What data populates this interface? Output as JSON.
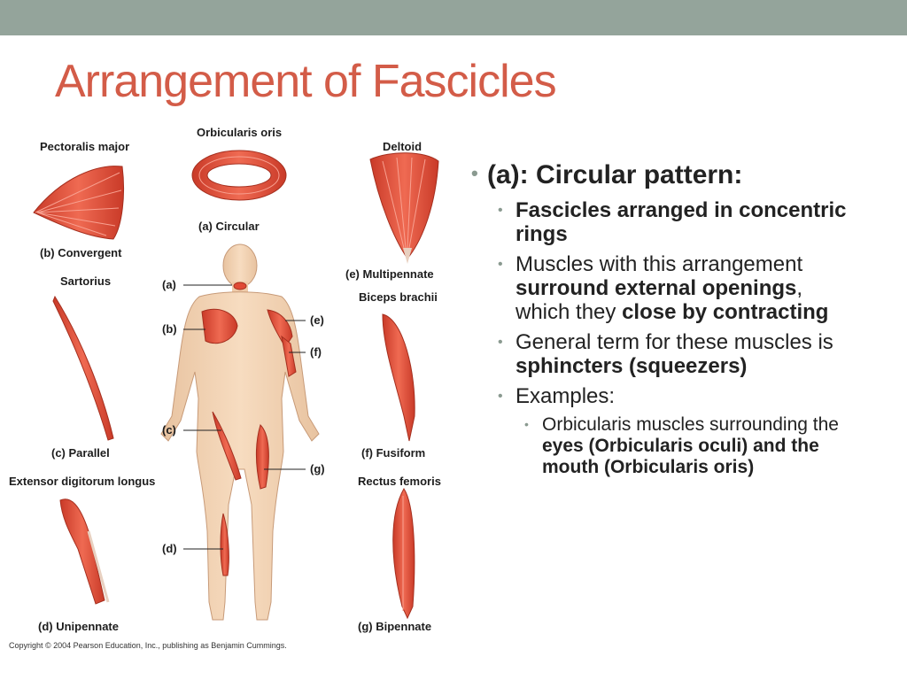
{
  "slide": {
    "title": "Arrangement of Fascicles"
  },
  "figure": {
    "labels": {
      "pectoralis_major": "Pectoralis major",
      "orbicularis_oris": "Orbicularis oris",
      "deltoid": "Deltoid",
      "circular": "(a) Circular",
      "convergent": "(b) Convergent",
      "multipennate": "(e) Multipennate",
      "sartorius": "Sartorius",
      "biceps_brachii": "Biceps brachii",
      "parallel": "(c) Parallel",
      "fusiform": "(f) Fusiform",
      "extensor_digitorum_longus": "Extensor digitorum longus",
      "rectus_femoris": "Rectus femoris",
      "unipennate": "(d) Unipennate",
      "bipennate": "(g) Bipennate"
    },
    "callouts": {
      "a": "(a)",
      "b": "(b)",
      "c": "(c)",
      "d": "(d)",
      "e": "(e)",
      "f": "(f)",
      "g": "(g)"
    },
    "copyright": "Copyright © 2004 Pearson Education, Inc., publishing as Benjamin Cummings."
  },
  "bullets": {
    "heading": "(a): Circular pattern:",
    "b1": "Fascicles arranged in concentric rings",
    "b2_pre": "Muscles with this arrangement ",
    "b2_bold1": "surround external openings",
    "b2_mid": ", which they ",
    "b2_bold2": "close by contracting",
    "b3_pre": "General term for these muscles is ",
    "b3_bold": "sphincters (squeezers)",
    "b4": "Examples:",
    "b4a_pre": "Orbicularis muscles surrounding the ",
    "b4a_bold": "eyes (Orbicularis oculi) and the mouth (Orbicularis oris)"
  },
  "colors": {
    "top_bar": "#94a49b",
    "title": "#d35c48",
    "muscle": "#e04a35",
    "skin": "#f2d2b0"
  }
}
